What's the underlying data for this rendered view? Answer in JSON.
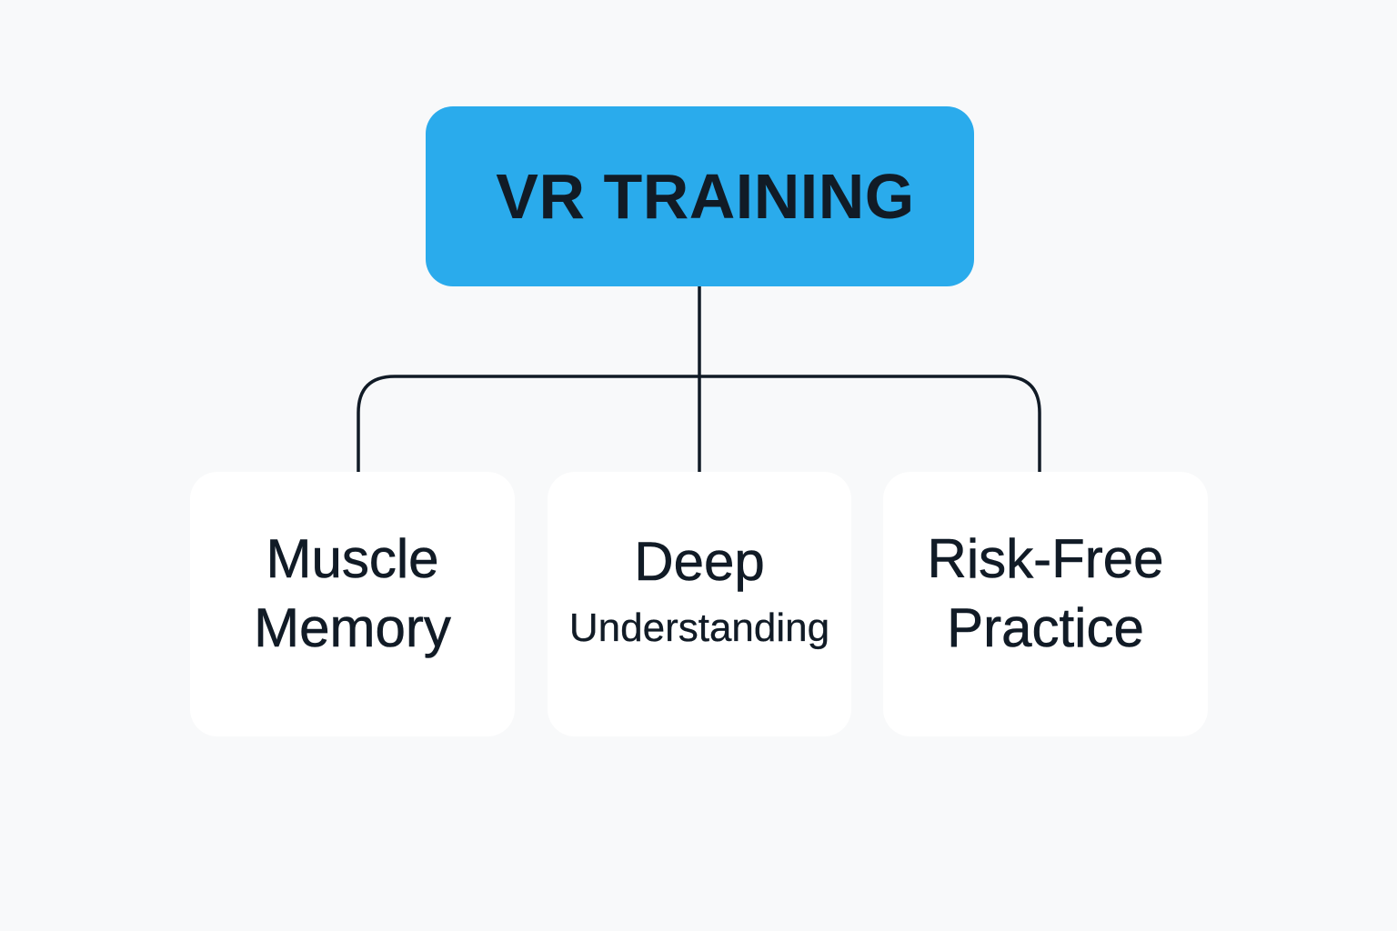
{
  "diagram": {
    "type": "hierarchy",
    "colors": {
      "background": "#f8f9fa",
      "root_fill": "#2aabec",
      "child_fill": "#ffffff",
      "text": "#111b26",
      "connector": "#111b26"
    },
    "root": {
      "label": "VR TRAINING"
    },
    "children": [
      {
        "lines": [
          "Muscle",
          "Memory"
        ]
      },
      {
        "lines": [
          "Deep",
          "Understanding"
        ]
      },
      {
        "lines": [
          "Risk-Free",
          "Practice"
        ]
      }
    ],
    "edges": [
      {
        "from": "root",
        "to": "children.0"
      },
      {
        "from": "root",
        "to": "children.1"
      },
      {
        "from": "root",
        "to": "children.2"
      }
    ]
  }
}
